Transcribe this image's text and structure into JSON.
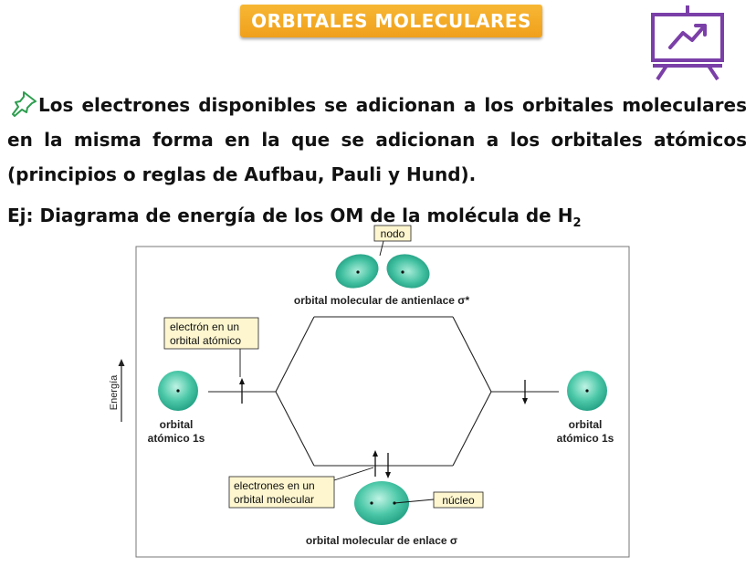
{
  "header": {
    "title": "ORBITALES MOLECULARES"
  },
  "icons": {
    "pin": "pushpin-icon",
    "presentation": "presentation-chart-icon"
  },
  "intro": {
    "text": "Los electrones disponibles se adicionan a los orbitales moleculares en la misma forma en la que se adicionan a los orbitales atómicos (principios o reglas de Aufbau, Pauli y Hund)."
  },
  "example": {
    "prefix": "Ej: Diagrama de energía de los OM de la molécula de H",
    "subscript": "2"
  },
  "diagram": {
    "node_label": "nodo",
    "antibonding_label": "orbital molecular de antienlace σ*",
    "bonding_label": "orbital molecular de enlace σ",
    "axis_label": "Energía",
    "left_atomic_line1": "orbital",
    "left_atomic_line2": "atómico 1s",
    "right_atomic_line1": "orbital",
    "right_atomic_line2": "atómico 1s",
    "callout_atomic_line1": "electrón en un",
    "callout_atomic_line2": "orbital atómico",
    "callout_molecular_line1": "electrones en un",
    "callout_molecular_line2": "orbital molecular",
    "callout_nucleus": "núcleo"
  },
  "colors": {
    "title_bg": "#f4a927",
    "icon_purple": "#7b3fa8",
    "pin_green": "#2e9e4f",
    "orbital_teal": "#2eb89a",
    "callout_bg": "#fdf6cf"
  }
}
